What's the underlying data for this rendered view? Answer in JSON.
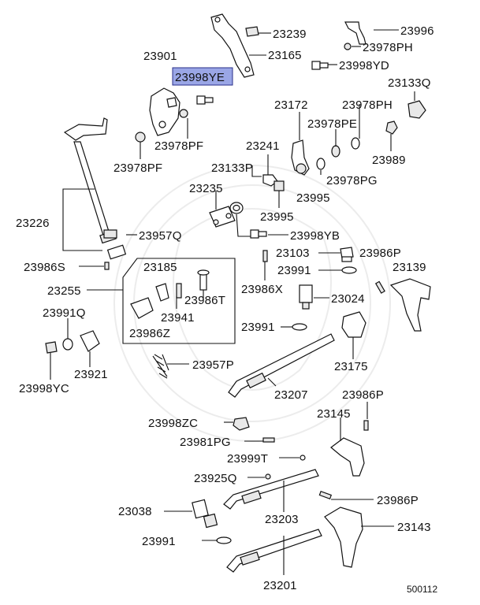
{
  "diagram": {
    "highlight": {
      "label": "23998YE",
      "color": "#9aa6e6"
    },
    "labels": {
      "p23239": "23239",
      "p23996": "23996",
      "p23978PH_top": "23978PH",
      "p23165": "23165",
      "p23901": "23901",
      "p23998YD": "23998YD",
      "p23133Q": "23133Q",
      "p23172": "23172",
      "p23978PH_mid": "23978PH",
      "p23978PE": "23978PE",
      "p23978PF_1": "23978PF",
      "p23978PF_2": "23978PF",
      "p23241": "23241",
      "p23989": "23989",
      "p23133P": "23133P",
      "p23978PG": "23978PG",
      "p23995": "23995",
      "p23995b": "23995",
      "p23235": "23235",
      "p23226": "23226",
      "p23957Q": "23957Q",
      "p23998YB": "23998YB",
      "p23103": "23103",
      "p23986P_1": "23986P",
      "p23986S": "23986S",
      "p23185": "23185",
      "p23991_1": "23991",
      "p23139": "23139",
      "p23255": "23255",
      "p23986X": "23986X",
      "p23986T": "23986T",
      "p23024": "23024",
      "p23941": "23941",
      "p23991Q": "23991Q",
      "p23986Z": "23986Z",
      "p23991_2": "23991",
      "p23175": "23175",
      "p23921": "23921",
      "p23957P": "23957P",
      "p23998YC": "23998YC",
      "p23207": "23207",
      "p23986P_2": "23986P",
      "p23145": "23145",
      "p23998ZC": "23998ZC",
      "p23981PG": "23981PG",
      "p23999T": "23999T",
      "p23925Q": "23925Q",
      "p23986P_3": "23986P",
      "p23038": "23038",
      "p23143": "23143",
      "p23203": "23203",
      "p23991_3": "23991",
      "p23201": "23201",
      "diagram_id": "500112"
    }
  }
}
